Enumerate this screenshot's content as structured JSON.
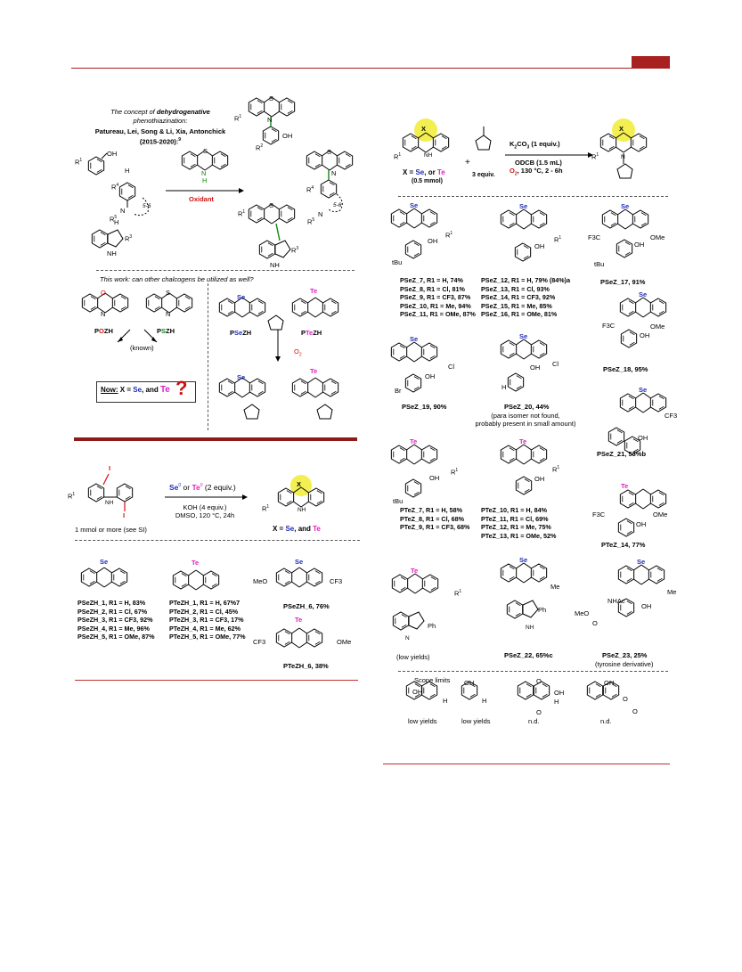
{
  "header": {
    "accent": "#a82020"
  },
  "left_top": {
    "concept_title_1": "The concept of ",
    "concept_title_bold": "dehydrogenative",
    "concept_title_2": "phenothiazination:",
    "authors": "Patureau, Lei, Song & Li, Xia, Antonchick",
    "years": "(2015-2020):",
    "years_ref": "9",
    "oxidant": "Oxidant",
    "labels": {
      "r1": "R1",
      "r2": "R2",
      "r3": "R3",
      "r4": "R4",
      "r5": "R5",
      "ring": "5-6"
    },
    "this_work": "This work: can other chalcogens be utilized as well?",
    "poz": {
      "p": "P",
      "o": "O",
      "rest": "ZH"
    },
    "psz": {
      "p": "P",
      "s": "S",
      "rest": "ZH"
    },
    "psez": {
      "p": "P",
      "x": "Se",
      "rest": "ZH"
    },
    "ptez": {
      "p": "P",
      "x": "Te",
      "rest": "ZH"
    },
    "known": "(known)",
    "o2": "O2",
    "now": "Now:",
    "now_rest": " X = ",
    "now_se": "Se",
    "now_and": ", and ",
    "now_te": "Te",
    "qmark": "?"
  },
  "left_bottom": {
    "reagent_se": "Se",
    "reagent_te": "Te",
    "reagent_or": " or ",
    "reagent_equiv": "(2 equiv.)",
    "cond1": "KOH (4 equiv.)",
    "cond2": "DMSO, 120 °C, 24h",
    "amount": "1 mmol or more (see SI)",
    "x_eq": "X = ",
    "x_se": "Se",
    "x_and": ", and ",
    "x_te": "Te",
    "psezh_list": [
      "PSeZH_1, R1 = H, 83%",
      "PSeZH_2, R1 = Cl, 67%",
      "PSeZH_3, R1 = CF3, 92%",
      "PSeZH_4, R1 = Me, 96%",
      "PSeZH_5, R1 = OMe, 87%"
    ],
    "ptezh_list": [
      "PTeZH_1, R1 = H, 67%7",
      "PTeZH_2, R1 = Cl, 45%",
      "PTeZH_3, R1 = CF3, 17%",
      "PTeZH_4, R1 = Me, 62%",
      "PTeZH_5, R1 = OMe, 77%"
    ],
    "psezh6": "PSeZH_6, 76%",
    "ptezh6": "PTeZH_6, 38%"
  },
  "right": {
    "base": "K2CO3 (1 equiv.)",
    "solvent": "ODCB (1.5 mL)",
    "o2cond": "O2, 130 °C, 2 - 6h",
    "x_eq": "X = ",
    "x_se": "Se",
    "x_or": ", or ",
    "x_te": "Te",
    "scale": "(0.5 mmol)",
    "equiv3": "3 equiv.",
    "psez_7_11": [
      "PSeZ_7, R1 = H, 74%",
      "PSeZ_8, R1 = Cl, 81%",
      "PSeZ_9, R1 = CF3, 87%",
      "PSeZ_10, R1 = Me, 94%",
      "PSeZ_11, R1 = OMe, 87%"
    ],
    "psez_12_16": [
      "PSeZ_12, R1 = H, 79% (84%)a",
      "PSeZ_13, R1 = Cl, 93%",
      "PSeZ_14, R1 = CF3, 92%",
      "PSeZ_15, R1 = Me, 85%",
      "PSeZ_16, R1 = OMe, 81%"
    ],
    "psez17": "PSeZ_17, 91%",
    "psez18": "PSeZ_18, 95%",
    "psez19": "PSeZ_19, 90%",
    "psez20": "PSeZ_20, 44%",
    "psez20_note1": "(para isomer not found,",
    "psez20_note2": "probably present in small amount)",
    "psez21": "PSeZ_21, 53%b",
    "ptez_7_9": [
      "PTeZ_7, R1 = H, 58%",
      "PTeZ_8, R1 = Cl, 68%",
      "PTeZ_9, R1 = CF3, 68%"
    ],
    "ptez_10_13": [
      "PTeZ_10, R1 = H, 84%",
      "PTeZ_11, R1 = Cl, 69%",
      "PTeZ_12, R1 = Me, 75%",
      "PTeZ_13, R1 = OMe, 52%"
    ],
    "ptez14": "PTeZ_14, 77%",
    "low_yields": "(low yields)",
    "psez22": "PSeZ_22, 65%c",
    "psez23": "PSeZ_23, 25%",
    "tyrosine": "(tyrosine derivative)",
    "scope_limits": "Scope limits",
    "limits": [
      "low yields",
      "low yields",
      "n.d.",
      "n.d."
    ],
    "atoms": {
      "se": "Se",
      "te": "Te",
      "n": "N",
      "h": "H",
      "oh": "OH",
      "ome": "OMe",
      "cf3": "CF3",
      "f3c": "F3C",
      "cl": "Cl",
      "br": "Br",
      "me": "Me",
      "tbu": "tBu",
      "ph": "Ph",
      "nhac": "NHAc",
      "meo": "MeO",
      "o": "O",
      "r1": "R1",
      "x": "X"
    }
  }
}
